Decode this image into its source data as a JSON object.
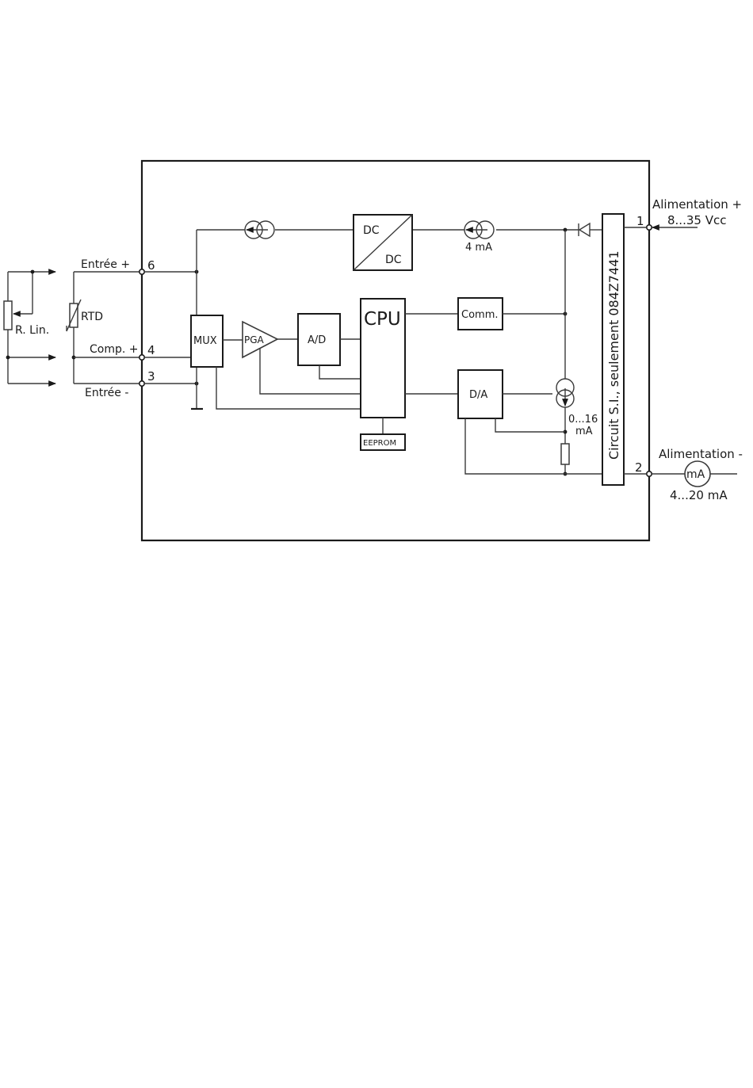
{
  "labels": {
    "entree_plus": "Entrée +",
    "comp_plus": "Comp. +",
    "entree_minus": "Entrée -",
    "rtd": "RTD",
    "r_lin": "R. Lin.",
    "term_6": "6",
    "term_4": "4",
    "term_3": "3",
    "term_1": "1",
    "term_2": "2",
    "mux": "MUX",
    "pga": "PGA",
    "ad": "A/D",
    "cpu": "CPU",
    "eeprom": "EEPROM",
    "comm": "Comm.",
    "da": "D/A",
    "dc_top": "DC",
    "dc_bottom": "DC",
    "four_ma": "4 mA",
    "zero_16": "0...16",
    "ma_unit": "mA",
    "si_circuit": "Circuit S.I., seulement 084Z7441",
    "alim_plus": "Alimentation +",
    "volt_range": "8...35 Vcc",
    "alim_minus": "Alimentation -",
    "meter": "mA",
    "current_range": "4...20 mA"
  }
}
